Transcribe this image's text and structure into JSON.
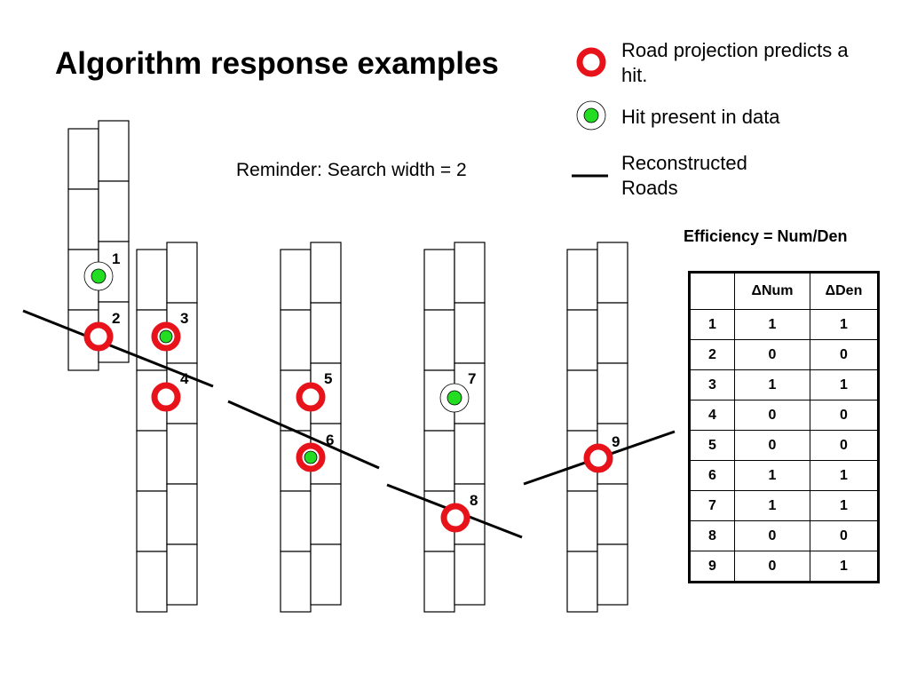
{
  "title": "Algorithm response examples",
  "legend": {
    "predicted_label": "Road projection predicts a hit.",
    "hit_label": "Hit present in data",
    "road_label": "Reconstructed Roads"
  },
  "reminder": "Reminder: Search width = 2",
  "efficiency": {
    "title": "Efficiency = Num/Den",
    "headers": [
      "",
      "ΔNum",
      "ΔDen"
    ],
    "rows": [
      [
        "1",
        "1",
        "1"
      ],
      [
        "2",
        "0",
        "0"
      ],
      [
        "3",
        "1",
        "1"
      ],
      [
        "4",
        "0",
        "0"
      ],
      [
        "5",
        "0",
        "0"
      ],
      [
        "6",
        "1",
        "1"
      ],
      [
        "7",
        "1",
        "1"
      ],
      [
        "8",
        "0",
        "0"
      ],
      [
        "9",
        "0",
        "1"
      ]
    ]
  },
  "examples": [
    {
      "id": "1",
      "predicted": false,
      "hit": true
    },
    {
      "id": "2",
      "predicted": true,
      "hit": false
    },
    {
      "id": "3",
      "predicted": true,
      "hit": true
    },
    {
      "id": "4",
      "predicted": true,
      "hit": false
    },
    {
      "id": "5",
      "predicted": true,
      "hit": false
    },
    {
      "id": "6",
      "predicted": true,
      "hit": true
    },
    {
      "id": "7",
      "predicted": false,
      "hit": true
    },
    {
      "id": "8",
      "predicted": true,
      "hit": false
    },
    {
      "id": "9",
      "predicted": true,
      "hit": false
    }
  ],
  "colors": {
    "prediction_ring": "#e8121a",
    "hit_dot": "#22dd22",
    "road_line": "#000000"
  }
}
